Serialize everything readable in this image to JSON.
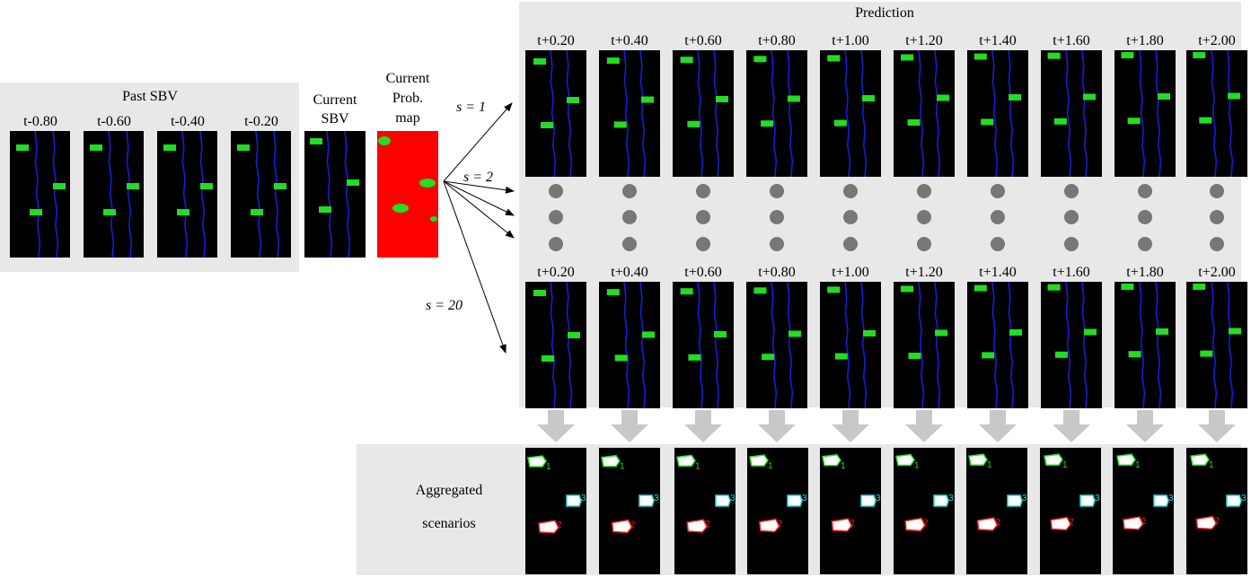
{
  "past": {
    "title": "Past SBV",
    "times": [
      "t-0.80",
      "t-0.60",
      "t-0.40",
      "t-0.20"
    ]
  },
  "current_sbv": {
    "line1": "Current",
    "line2": "SBV"
  },
  "current_prob": {
    "line1": "Current",
    "line2": "Prob.",
    "line3": "map"
  },
  "prediction": {
    "title": "Prediction",
    "times": [
      "t+0.20",
      "t+0.40",
      "t+0.60",
      "t+0.80",
      "t+1.00",
      "t+1.20",
      "t+1.40",
      "t+1.60",
      "t+1.80",
      "t+2.00"
    ]
  },
  "samples": {
    "s1": "s = 1",
    "s2": "s = 2",
    "s20": "s = 20"
  },
  "aggregated": {
    "line1": "Aggregated",
    "line2": "scenarios"
  },
  "agent_ids": [
    "1",
    "3",
    "2"
  ],
  "colors": {
    "panel": "#e8e8e8",
    "lane": "#1a1adc",
    "vehicle": "#22dd22",
    "prob_bg": "#ff0000",
    "agent1": "#22dd22",
    "agent3": "#22dddd",
    "agent2": "#ee2020",
    "arrow_down": "#c8c8c8"
  }
}
